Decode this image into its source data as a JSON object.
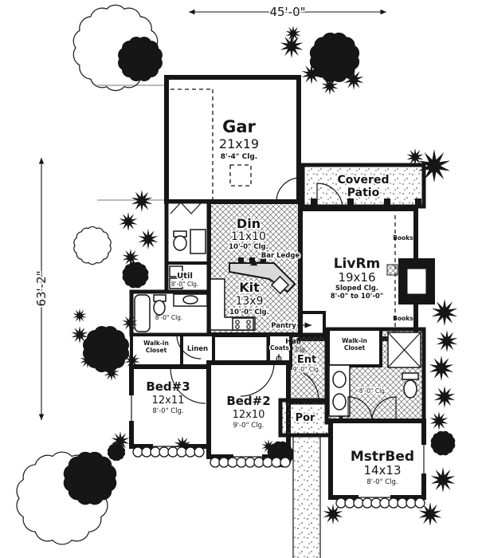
{
  "dimensions": {
    "width": "45'-0\"",
    "height": "63'-2\""
  },
  "rooms": {
    "garage": {
      "name": "Gar",
      "size": "21x19",
      "ceiling": "8'-4\" Clg."
    },
    "covered_patio": {
      "line1": "Covered",
      "line2": "Patio"
    },
    "dining": {
      "name": "Din",
      "size": "11x10",
      "ceiling": "10'-0\" Clg."
    },
    "kitchen": {
      "name": "Kit",
      "size": "13x9",
      "ceiling": "10'-0\" Clg."
    },
    "living": {
      "name": "LivRm",
      "size": "19x16",
      "ceiling1": "Sloped Clg.",
      "ceiling2": "8'-0\" to 10'-0\""
    },
    "utility": {
      "name": "Util",
      "ceiling": "8'-0\" Clg."
    },
    "hall": {
      "name": "Hall",
      "ceiling": "8'-0\" Clg."
    },
    "hall_bath": {
      "ceiling": "8'-0\" Clg."
    },
    "entry": {
      "name": "Ent",
      "ceiling": "9'-0\" Clg."
    },
    "porch": {
      "name": "Por"
    },
    "bedroom3": {
      "name": "Bed#3",
      "size": "12x11",
      "ceiling": "8'-0\" Clg."
    },
    "bedroom2": {
      "name": "Bed#2",
      "size": "12x10",
      "ceiling": "9'-0\" Clg."
    },
    "master_bedroom": {
      "name": "MstrBed",
      "size": "14x13",
      "ceiling": "8'-0\" Clg."
    },
    "master_bath": {
      "ceiling": "8'-0\" Clg."
    },
    "walkin_closet_bed3": {
      "line1": "Walk-in",
      "line2": "Closet"
    },
    "walkin_closet_master": {
      "line1": "Walk-in",
      "line2": "Closet"
    },
    "linen": {
      "label": "Linen"
    },
    "coats": {
      "label": "Coats"
    },
    "pantry": {
      "label": "Pantry"
    },
    "bar_ledge": {
      "label": "Bar Ledge"
    },
    "bookshelf_top": {
      "label": "Books"
    },
    "bookshelf_bottom": {
      "label": "Books"
    }
  },
  "colors": {
    "ink": "#161616",
    "paper": "#ffffff"
  }
}
